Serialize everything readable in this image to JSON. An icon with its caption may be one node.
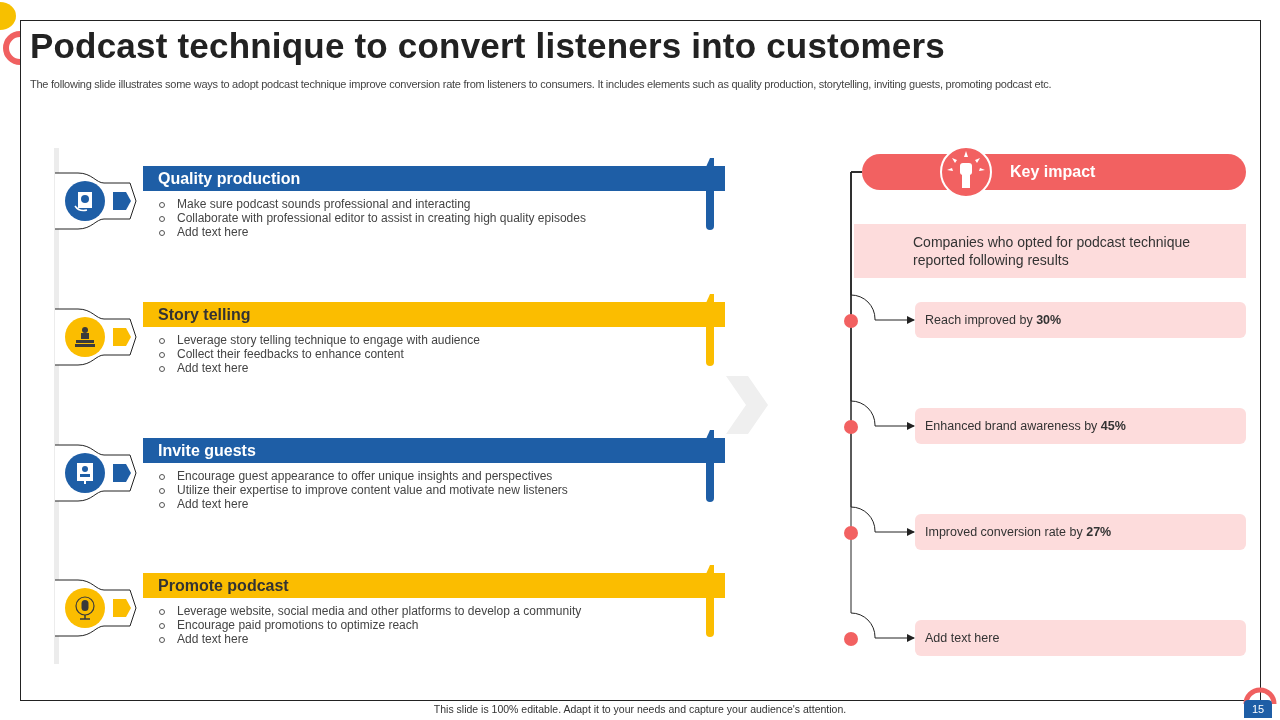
{
  "diagram": {
    "title": "Podcast technique to convert listeners into customers",
    "nodes": [
      {
        "text": [
          "Quality production",
          "Make  sure podcast sounds professional and interacting",
          "Collaborate with professional editor to assist in creating high quality episodes",
          "Add text here"
        ]
      },
      {
        "text": [
          "Story telling",
          "Leverage story telling technique to engage with audience",
          "Collect their feedbacks to enhance content",
          "Add text here"
        ]
      },
      {
        "text": [
          "Invite guests",
          "Encourage guest appearance to offer unique insights and perspectives",
          "Utilize their expertise to improve content value and motivate new listeners",
          "Add text here"
        ]
      },
      {
        "text": [
          "Promote podcast",
          "Leverage website, social media and other platforms to develop a community",
          "Encourage paid promotions to optimize reach",
          "Add text here"
        ]
      },
      {
        "text": [
          "Key impact"
        ]
      },
      {
        "text": [
          "Companies who opted for podcast technique reported following results"
        ]
      },
      {
        "text": [
          "Reach improved  by **30%**"
        ]
      },
      {
        "text": [
          "Enhanced brand awareness by **45%**"
        ]
      },
      {
        "text": [
          "Improved  conversion  rate by **27%**"
        ]
      },
      {
        "text": [
          "Add text here"
        ]
      }
    ],
    "edges": [
      {
        "from": 4,
        "to": 6,
        "arrow": "to"
      },
      {
        "from": 4,
        "to": 7,
        "arrow": "to"
      },
      {
        "from": 4,
        "to": 8,
        "arrow": "to"
      },
      {
        "from": 4,
        "to": 9,
        "arrow": "to"
      }
    ],
    "labels": [
      "The following slide illustrates some ways to adopt podcast technique improve conversion rate from listeners to consumers. It includes elements such as quality production, storytelling, inviting guests, promoting podcast etc.",
      "This slide is 100% editable.  Adapt it to your needs and capture your audience's attention.",
      "15"
    ]
  }
}
